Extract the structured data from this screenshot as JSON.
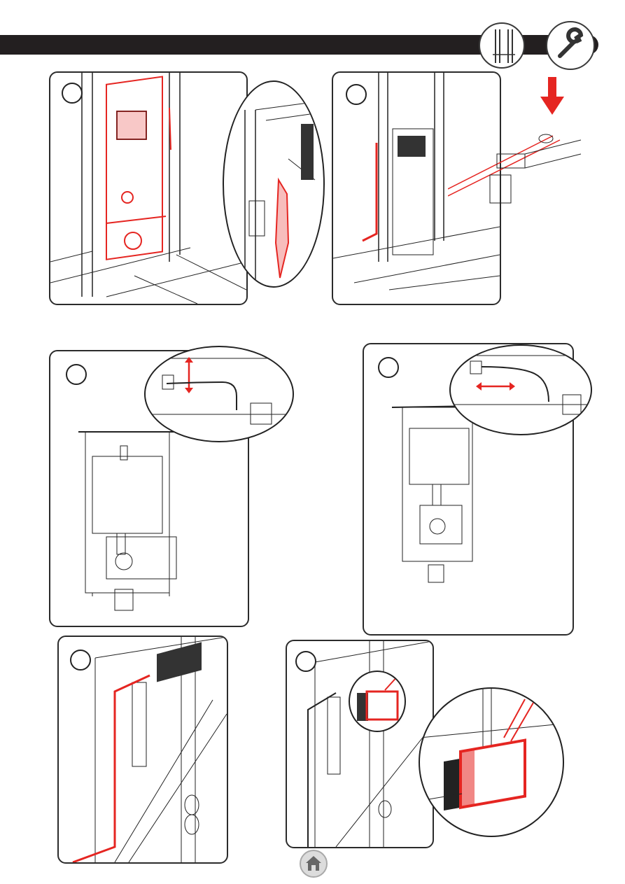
{
  "header": {
    "icons": [
      "frame-icon",
      "wrench-icon"
    ],
    "colors": {
      "bar": "#231f20",
      "accent": "#e52521"
    }
  },
  "steps": [
    {
      "name": "step-1",
      "label": ""
    },
    {
      "name": "step-2",
      "label": ""
    },
    {
      "name": "step-3",
      "label": ""
    },
    {
      "name": "step-4",
      "label": ""
    },
    {
      "name": "step-5",
      "label": ""
    },
    {
      "name": "step-6",
      "label": ""
    }
  ],
  "footer": {
    "icon": "home-icon"
  }
}
